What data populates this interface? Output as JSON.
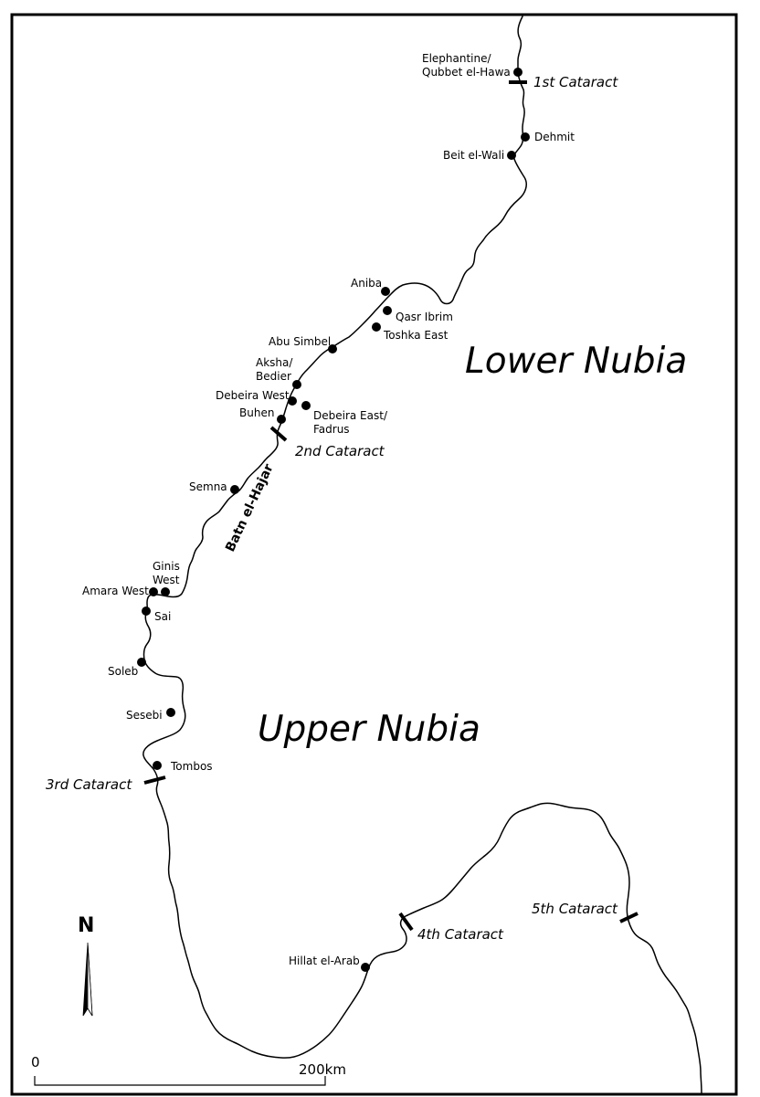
{
  "regions": {
    "lower": "Lower Nubia",
    "upper": "Upper Nubia"
  },
  "area_label": "Batn el-Hajar",
  "north": "N",
  "scale": {
    "start": "0",
    "end": "200km"
  },
  "cataracts": {
    "c1": "1st Cataract",
    "c2": "2nd Cataract",
    "c3": "3rd Cataract",
    "c4": "4th Cataract",
    "c5": "5th Cataract"
  },
  "sites": {
    "elephantine_l1": "Elephantine/",
    "elephantine_l2": "Qubbet el-Hawa",
    "dehmit": "Dehmit",
    "beit_el_wali": "Beit el-Wali",
    "aniba": "Aniba",
    "qasr_ibrim": "Qasr Ibrim",
    "toshka_east": "Toshka East",
    "abu_simbel": "Abu Simbel",
    "aksha_l1": "Aksha/",
    "aksha_l2": "Bedier",
    "debeira_west": "Debeira West",
    "debeira_east_l1": "Debeira East/",
    "debeira_east_l2": "Fadrus",
    "buhen": "Buhen",
    "semna": "Semna",
    "ginis_l1": "Ginis",
    "ginis_l2": "West",
    "amara_west": "Amara West",
    "sai": "Sai",
    "soleb": "Soleb",
    "sesebi": "Sesebi",
    "tombos": "Tombos",
    "hillat_el_arab": "Hillat el-Arab"
  },
  "colors": {
    "ink": "#000000",
    "background": "#ffffff"
  }
}
